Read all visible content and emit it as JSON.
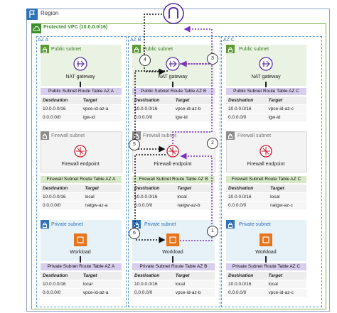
{
  "region": {
    "label": "Region"
  },
  "vpc": {
    "label": "Protected VPC (10.0.0.0/16)"
  },
  "azs": [
    {
      "label": "AZ A",
      "public_subnet": "Public subnet",
      "nat_label": "NAT gateway",
      "pub_rt": {
        "title": "Public Subnet Route Table AZ A",
        "headers": [
          "Destination",
          "Target"
        ],
        "rows": [
          [
            "10.0.0.0/16",
            "vpce-id-az-a"
          ],
          [
            "0.0.0.0/0",
            "igw-id"
          ]
        ]
      },
      "firewall_subnet": "Firewall subnet",
      "fw_label": "Firewall endpoint",
      "fw_rt": {
        "title": "Firewall Subnet Route Table AZ A",
        "headers": [
          "Destination",
          "Target"
        ],
        "rows": [
          [
            "10.0.0.0/16",
            "local"
          ],
          [
            "0.0.0.0/0",
            "natgw-az-a"
          ]
        ]
      },
      "private_subnet": "Private subnet",
      "workload_label": "Workload",
      "priv_rt": {
        "title": "Private Subnet Route Table AZ A",
        "headers": [
          "Destination",
          "Target"
        ],
        "rows": [
          [
            "10.0.0.0/16",
            "local"
          ],
          [
            "0.0.0.0/0",
            "vpce-id-az-a"
          ]
        ]
      }
    },
    {
      "label": "AZ B",
      "public_subnet": "Public subnet",
      "nat_label": "NAT gateway",
      "pub_rt": {
        "title": "Public Subnet Route Table AZ B",
        "headers": [
          "Destination",
          "Target"
        ],
        "rows": [
          [
            "10.0.0.0/16",
            "vpce-id-az-b"
          ],
          [
            "0.0.0.0/0",
            "igw-id"
          ]
        ]
      },
      "firewall_subnet": "Firewall subnet",
      "fw_label": "Firewall endpoint",
      "fw_rt": {
        "title": "Firewall Subnet Route Table AZ B",
        "headers": [
          "Destination",
          "Target"
        ],
        "rows": [
          [
            "10.0.0.0/16",
            "local"
          ],
          [
            "0.0.0.0/0",
            "natgw-az-b"
          ]
        ]
      },
      "private_subnet": "Private subnet",
      "workload_label": "Workload",
      "priv_rt": {
        "title": "Private Subnet Route Table AZ B",
        "headers": [
          "Destination",
          "Target"
        ],
        "rows": [
          [
            "10.0.0.0/16",
            "local"
          ],
          [
            "0.0.0.0/0",
            "vpce-id-az-b"
          ]
        ]
      }
    },
    {
      "label": "AZ C",
      "public_subnet": "Public subnet",
      "nat_label": "NAT gateway",
      "pub_rt": {
        "title": "Public Subnet Route Table AZ C",
        "headers": [
          "Destination",
          "Target"
        ],
        "rows": [
          [
            "10.0.0.0/16",
            "vpce-id-az-c"
          ],
          [
            "0.0.0.0/0",
            "igw-id"
          ]
        ]
      },
      "firewall_subnet": "Firewall subnet",
      "fw_label": "Firewall endpoint",
      "fw_rt": {
        "title": "Firewall Subnet Route Table AZ C",
        "headers": [
          "Destination",
          "Target"
        ],
        "rows": [
          [
            "10.0.0.0/16",
            "local"
          ],
          [
            "0.0.0.0/0",
            "natgw-az-c"
          ]
        ]
      },
      "private_subnet": "Private subnet",
      "workload_label": "Workload",
      "priv_rt": {
        "title": "Private Subnet Route Table AZ C",
        "headers": [
          "Destination",
          "Target"
        ],
        "rows": [
          [
            "10.0.0.0/16",
            "local"
          ],
          [
            "0.0.0.0/0",
            "vpce-id-az-c"
          ]
        ]
      }
    }
  ],
  "steps": [
    "1",
    "2",
    "3",
    "4",
    "5",
    "6"
  ],
  "colors": {
    "outbound_path": "#7b2fbe",
    "return_path": "#111111",
    "nat_icon": "#5a32a3",
    "firewall_icon": "#c7172b",
    "workload_icon": "#e7731b"
  },
  "icons": [
    "internet-gateway-icon",
    "nat-gateway-icon",
    "firewall-endpoint-icon",
    "workload-icon",
    "region-flag-icon",
    "vpc-cloud-icon",
    "lock-icon"
  ]
}
